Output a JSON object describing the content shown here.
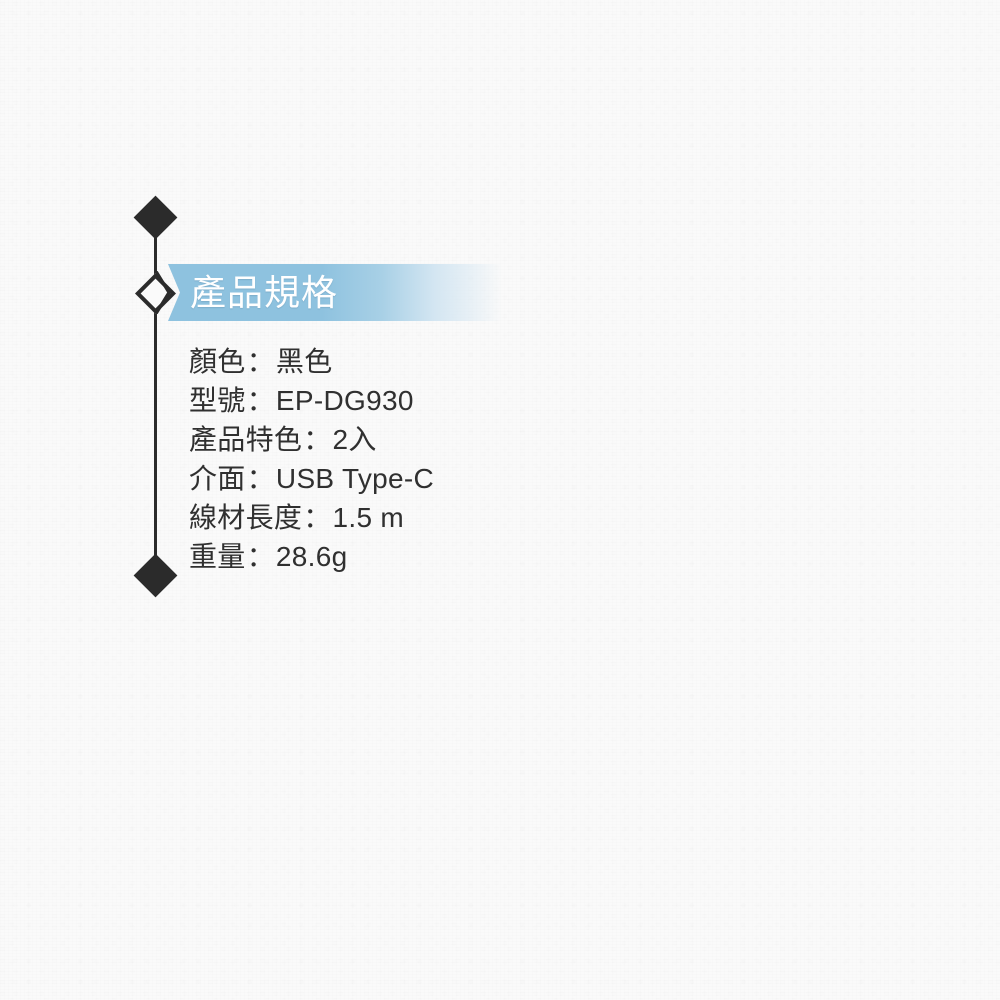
{
  "page": {
    "background_color": "#fafafa",
    "text_color": "#303030"
  },
  "section": {
    "title": "產品規格",
    "accent_color": "#8ec2df",
    "title_color": "#ffffff",
    "marker_color": "#2b2b2b"
  },
  "specs": [
    {
      "label": "顏色",
      "separator": "：",
      "value": "黑色"
    },
    {
      "label": "型號",
      "separator": "：",
      "value": "EP-DG930"
    },
    {
      "label": "產品特色",
      "separator": "：",
      "value": "2入"
    },
    {
      "label": "介面",
      "separator": "：",
      "value": "USB Type-C"
    },
    {
      "label": "線材長度",
      "separator": "：",
      "value": "1.5 m"
    },
    {
      "label": "重量",
      "separator": "：",
      "value": "28.6g"
    }
  ]
}
